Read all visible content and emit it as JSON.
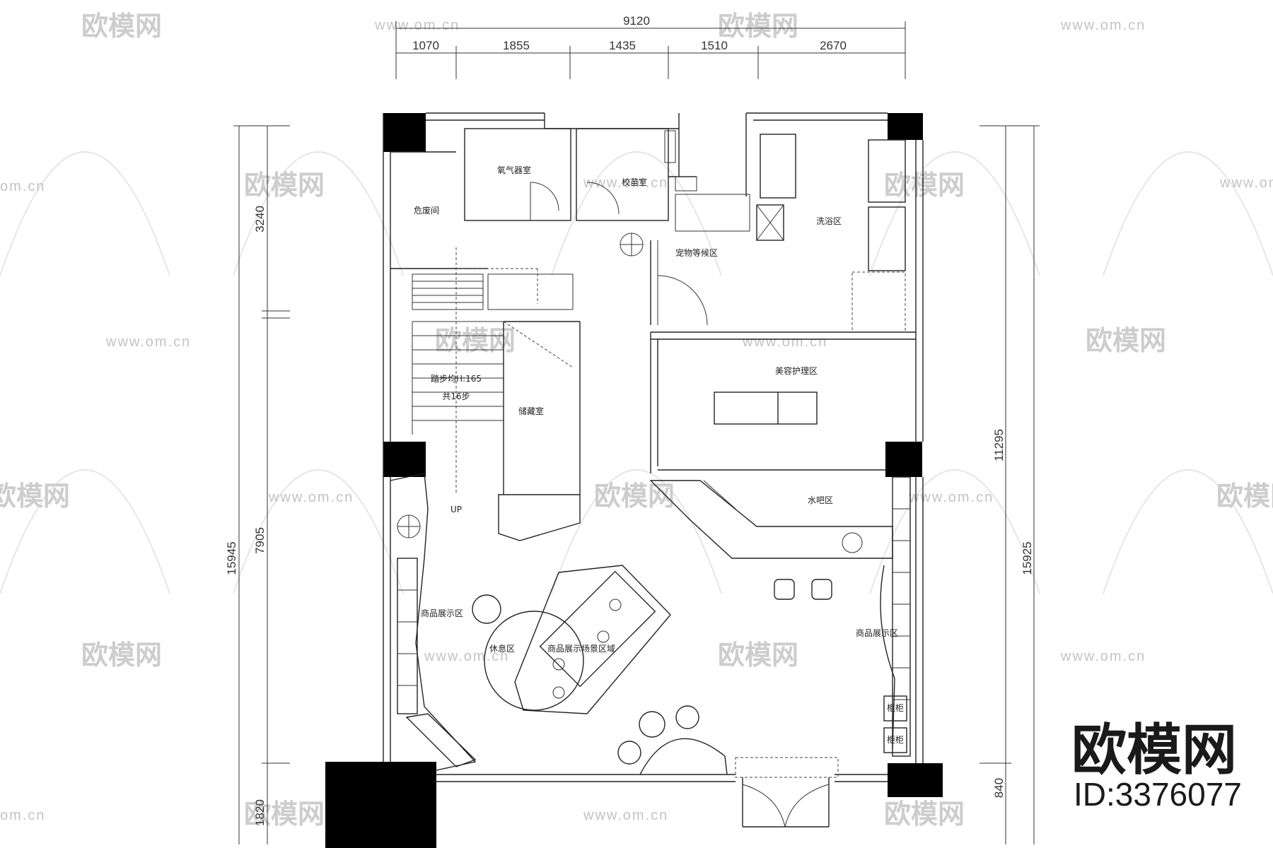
{
  "watermark": {
    "url": "www.om.cn",
    "url_short": "om.cn",
    "brand": "欧模网",
    "brand_partial": "欧模网"
  },
  "brand_badge": {
    "name": "欧模网",
    "id": "ID:3376077"
  },
  "dimensions": {
    "top_total": "9120",
    "top_segments": [
      "1070",
      "1855",
      "1435",
      "1510",
      "2670"
    ],
    "left_outer": "15945",
    "left_inner": [
      "3240",
      "7905",
      "1820"
    ],
    "right_outer": "15925",
    "right_inner": [
      "11295",
      "840"
    ]
  },
  "rooms": {
    "hazard_room": "危废间",
    "oxygen_room": "氧气器室",
    "quarantine_room": "校苗室",
    "pet_waiting": "宠物等候区",
    "wash_area": "洗浴区",
    "beauty_area": "美容护理区",
    "storage_room": "储藏室",
    "stair_note_1": "踏步均H:165",
    "stair_note_2": "共16步",
    "stair_up": "UP",
    "water_bar": "水吧区",
    "display_left": "商品展示区",
    "display_right": "商品展示区",
    "rest_area": "休息区",
    "scene_display": "商品展示场景区域",
    "cabinet_1": "柜柜",
    "cabinet_2": "柜柜"
  }
}
